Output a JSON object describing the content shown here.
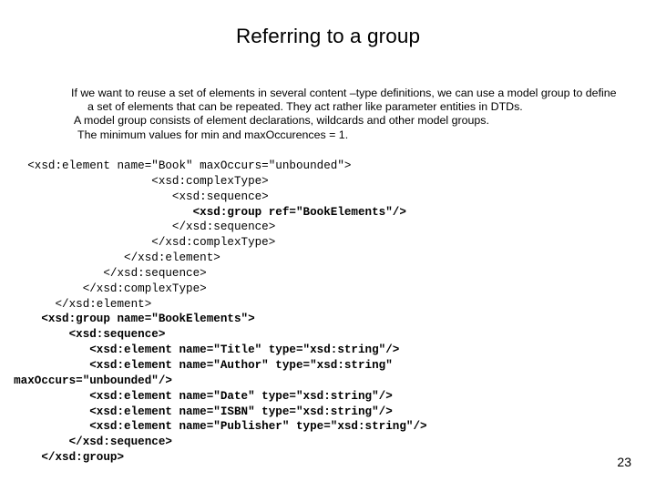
{
  "slide": {
    "title": "Referring to a group",
    "page_number": "23",
    "background_color": "#ffffff",
    "text_color": "#000000"
  },
  "body": {
    "paragraphs": [
      "If we want to reuse a set of elements in several content –type definitions, we can use a model group to define a set of elements that can be repeated. They act rather like parameter entities in DTDs.",
      "A model group consists of element declarations, wildcards and other model groups.",
      "The minimum values for min and maxOccurences = 1."
    ]
  },
  "code": {
    "language": "xsd",
    "lines": [
      {
        "text": "    <xsd:element name=\"Book\" maxOccurs=\"unbounded\">",
        "bold": false
      },
      {
        "text": "                      <xsd:complexType>",
        "bold": false
      },
      {
        "text": "                         <xsd:sequence>",
        "bold": false
      },
      {
        "text": "                            <xsd:group ref=\"BookElements\"/>",
        "bold": true
      },
      {
        "text": "                         </xsd:sequence>",
        "bold": false
      },
      {
        "text": "                      </xsd:complexType>",
        "bold": false
      },
      {
        "text": "                  </xsd:element>",
        "bold": false
      },
      {
        "text": "               </xsd:sequence>",
        "bold": false
      },
      {
        "text": "            </xsd:complexType>",
        "bold": false
      },
      {
        "text": "        </xsd:element>",
        "bold": false
      },
      {
        "text": "      <xsd:group name=\"BookElements\">",
        "bold": true
      },
      {
        "text": "          <xsd:sequence>",
        "bold": true
      },
      {
        "text": "             <xsd:element name=\"Title\" type=\"xsd:string\"/>",
        "bold": true
      },
      {
        "text": "             <xsd:element name=\"Author\" type=\"xsd:string\"",
        "bold": true
      },
      {
        "text": "  maxOccurs=\"unbounded\"/>",
        "bold": true
      },
      {
        "text": "             <xsd:element name=\"Date\" type=\"xsd:string\"/>",
        "bold": true
      },
      {
        "text": "             <xsd:element name=\"ISBN\" type=\"xsd:string\"/>",
        "bold": true
      },
      {
        "text": "             <xsd:element name=\"Publisher\" type=\"xsd:string\"/>",
        "bold": true
      },
      {
        "text": "          </xsd:sequence>",
        "bold": true
      },
      {
        "text": "      </xsd:group>",
        "bold": true
      }
    ]
  }
}
